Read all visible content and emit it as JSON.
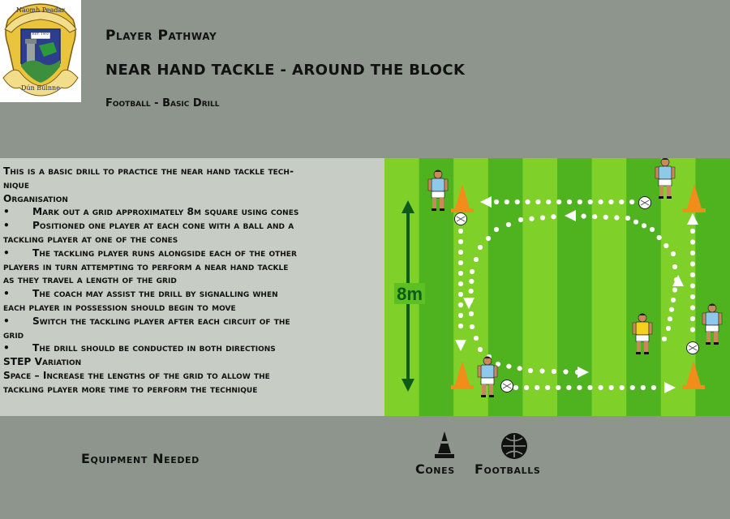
{
  "crest": {
    "top_text": "Naomh Peadar",
    "est_text": "EST. 1902",
    "bottom_text": "Dún Búinne"
  },
  "header": {
    "supertitle": "Player Pathway",
    "title": "NEAR HAND TACKLE - AROUND THE BLOCK",
    "subtitle": "Football - Basic Drill"
  },
  "description": {
    "intro": "This is a basic drill to practice the near hand tackle tech-",
    "intro_cont": "nique",
    "organisation_heading": "Organisation",
    "items": [
      {
        "bullet": "•",
        "line1": "Mark out a grid approximately 8m square using cones",
        "line2": ""
      },
      {
        "bullet": "•",
        "line1": "Positioned one player at each cone with a ball and a",
        "line2": "tackling player at one of the cones"
      },
      {
        "bullet": "•",
        "line1": "The tackling player runs alongside each of the other",
        "line2": "players in turn attempting to perform a near hand tackle",
        "line3": "as they travel a length of the grid"
      },
      {
        "bullet": "•",
        "line1": "The coach may assist the drill by signalling when",
        "line2": "each player in possession should begin to move"
      },
      {
        "bullet": "•",
        "line1": "Switch the tackling player after each circuit of the",
        "line2": "grid"
      },
      {
        "bullet": "•",
        "line1": "The drill should be conducted in both directions",
        "line2": ""
      }
    ],
    "step_heading": "STEP Variation",
    "space_line1": "Space – Increase the lengths of the grid to allow the",
    "space_line2": "tackling player more time to perform the technique"
  },
  "diagram": {
    "distance_label": "8m",
    "colors": {
      "grass_light": "#7fd12a",
      "grass_dark": "#4fb320",
      "cone": "#f28c1a",
      "tackler_shirt": "#f2d21c",
      "player_shirt": "#8ec9ea"
    }
  },
  "equipment": {
    "label": "Equipment Needed",
    "items": [
      {
        "name": "Cones",
        "icon": "cone-icon"
      },
      {
        "name": "Footballs",
        "icon": "football-icon"
      }
    ]
  }
}
